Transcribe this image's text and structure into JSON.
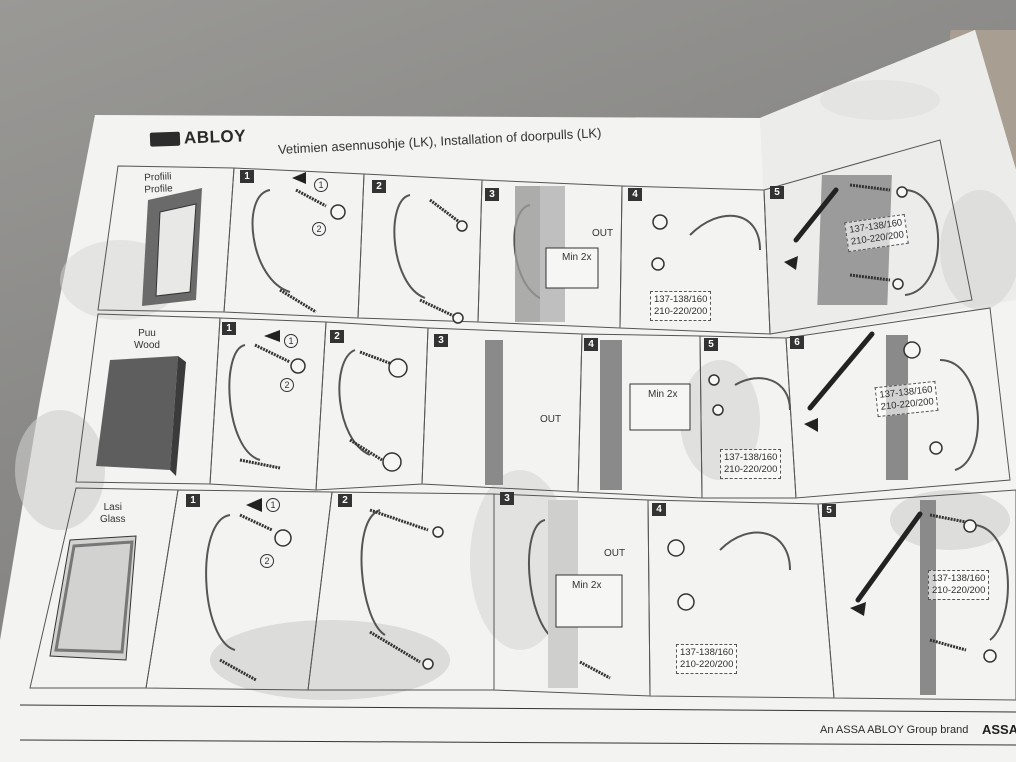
{
  "header": {
    "brand_logo_mark": "ABLOY",
    "brand_name": "ABLOY",
    "title": "Vetimien asennusohje (LK), Installation of doorpulls (LK)"
  },
  "rows": [
    {
      "label_line1": "Profiili",
      "label_line2": "Profile",
      "steps": [
        "1",
        "2",
        "3",
        "4",
        "5"
      ]
    },
    {
      "label_line1": "Puu",
      "label_line2": "Wood",
      "steps": [
        "1",
        "2",
        "3",
        "4",
        "5",
        "6"
      ]
    },
    {
      "label_line1": "Lasi",
      "label_line2": "Glass",
      "steps": [
        "1",
        "2",
        "3",
        "4",
        "5"
      ]
    }
  ],
  "annotations": {
    "circle_1": "1",
    "circle_2": "2",
    "out_label": "OUT",
    "min_label": "Min 2x",
    "dim_line1": "137-138/160",
    "dim_line2": "210-220/200"
  },
  "footer": {
    "brand_text": "An ASSA ABLOY Group brand",
    "brand_logo": "ASSA"
  },
  "colors": {
    "paper": "#f4f4f3",
    "ink": "#2e2e2e",
    "frame_dark": "#6e6e6e",
    "frame_mid": "#a9a9a9",
    "table": "#8e8d8b"
  }
}
